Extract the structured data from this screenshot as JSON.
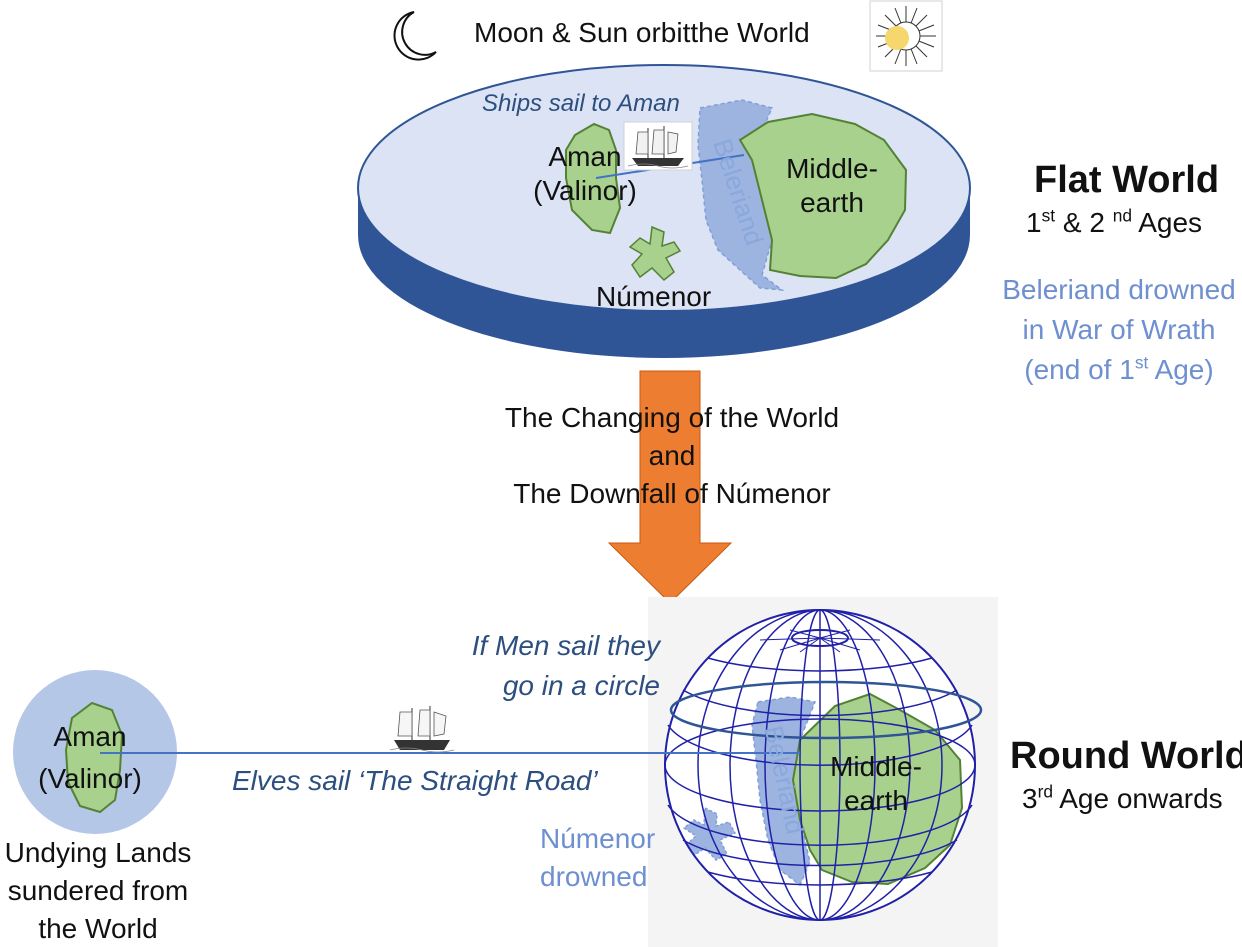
{
  "colors": {
    "disc_top": "#dbe3f5",
    "disc_side": "#2f5597",
    "land": "#a9d18e",
    "land_stroke": "#548235",
    "beleriand": "#9db4e0",
    "arrow": "#ed7d31",
    "globe": "#2020a8",
    "sea_line": "#4472c4"
  },
  "icons": {
    "moon": "crescent-moon-icon",
    "sun": "sun-icon",
    "ship": "sailing-ship-icon"
  },
  "top": {
    "caption": "Moon & Sun orbitthe World",
    "ships_label": "Ships sail to Aman",
    "aman_line1": "Aman",
    "aman_line2": "(Valinor)",
    "middle_line1": "Middle-",
    "middle_line2": "earth",
    "beleriand": "Beleriand",
    "numenor": "Númenor"
  },
  "flat": {
    "title": "Flat World",
    "ages": {
      "n1": "1",
      "s1": "st",
      "mid": " & 2 ",
      "s2": "nd",
      "end": " Ages"
    },
    "drowned_line1": "Beleriand drowned",
    "drowned_line2": "in War of Wrath",
    "drowned_line3": {
      "pre": "(end of 1",
      "sup": "st",
      "post": " Age)"
    }
  },
  "change": {
    "line1": "The Changing of the World",
    "line2": "and",
    "line3": "The Downfall of Númenor"
  },
  "round": {
    "title": "Round World",
    "ages": {
      "n": "3",
      "s": "rd",
      "end": " Age onwards"
    },
    "men_line1": "If Men sail they",
    "men_line2": "go in a circle",
    "elves": "Elves sail ‘The Straight Road’",
    "numenor_line1": "Númenor",
    "numenor_line2": "drowned",
    "middle_line1": "Middle-",
    "middle_line2": "earth",
    "beleriand": "Beleriand"
  },
  "undying": {
    "aman_line1": "Aman",
    "aman_line2": "(Valinor)",
    "line1": "Undying Lands",
    "line2": "sundered from",
    "line3": "the World"
  }
}
